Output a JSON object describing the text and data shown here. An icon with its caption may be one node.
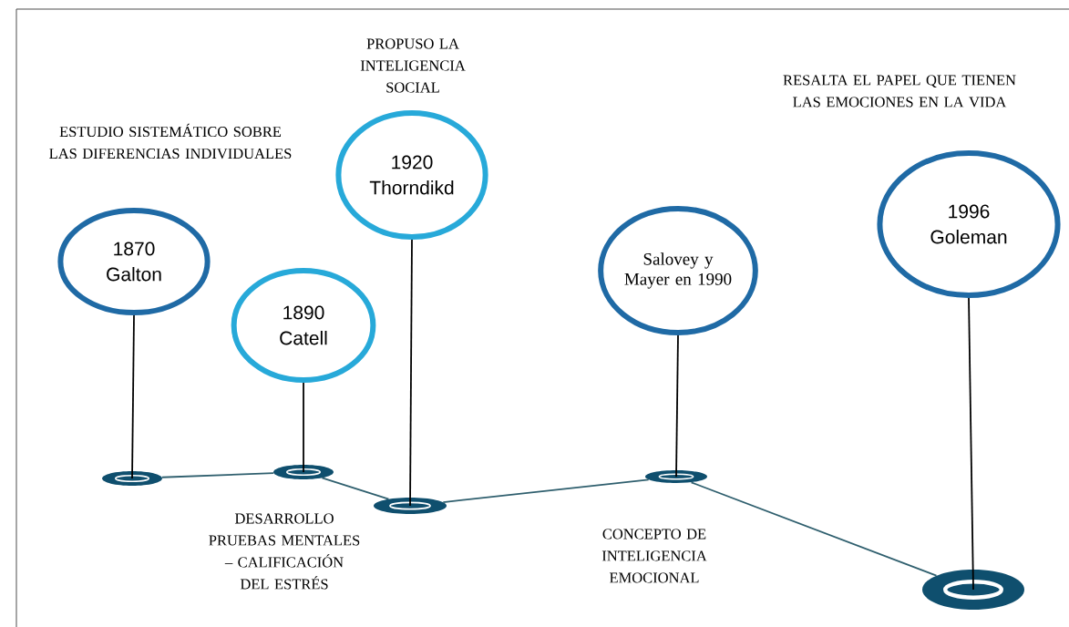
{
  "diagram": {
    "nodes": [
      {
        "text": [
          "1870",
          "Galton"
        ],
        "beside": [
          "ESTUDIO SISTEMÁTICO SOBRE LAS DIFERENCIAS INDIVIDUALES"
        ]
      },
      {
        "text": [
          "1890",
          "Catell"
        ]
      },
      {
        "text": [
          "1920",
          "Thorndikd"
        ],
        "beside": [
          "PROPUSO LA INTELIGENCIA SOCIAL"
        ]
      },
      {
        "text": [
          "Salovey y Mayer en 1990"
        ]
      },
      {
        "text": [
          "1996",
          "Goleman"
        ],
        "beside": [
          "RESALTA EL PAPEL QUE TIENEN LAS EMOCIONES EN LA VIDA"
        ]
      },
      {
        "text": [],
        "shape": "circle"
      },
      {
        "text": [],
        "shape": "circle"
      },
      {
        "text": [],
        "shape": "circle"
      },
      {
        "text": [],
        "shape": "circle",
        "beside": [
          "CONCEPTO DE INTELIGENCIA EMOCIONAL"
        ]
      },
      {
        "text": [],
        "shape": "circle"
      }
    ],
    "edges": [
      {
        "from": 0,
        "to": 5,
        "arrow": "none"
      },
      {
        "from": 1,
        "to": 6,
        "arrow": "none"
      },
      {
        "from": 2,
        "to": 7,
        "arrow": "none"
      },
      {
        "from": 3,
        "to": 8,
        "arrow": "none"
      },
      {
        "from": 4,
        "to": 9,
        "arrow": "none"
      },
      {
        "from": 5,
        "to": 6,
        "arrow": "none",
        "color": "#2f5f6e"
      },
      {
        "from": 6,
        "to": 7,
        "arrow": "none",
        "color": "#2f5f6e"
      },
      {
        "from": 7,
        "to": 8,
        "arrow": "none",
        "color": "#2f5f6e"
      },
      {
        "from": 8,
        "to": 9,
        "arrow": "none",
        "color": "#2f5f6e"
      }
    ],
    "labels": [
      "DESARROLLO PRUEBAS MENTALES – CALIFICACIÓN DEL ESTRÉS"
    ]
  }
}
